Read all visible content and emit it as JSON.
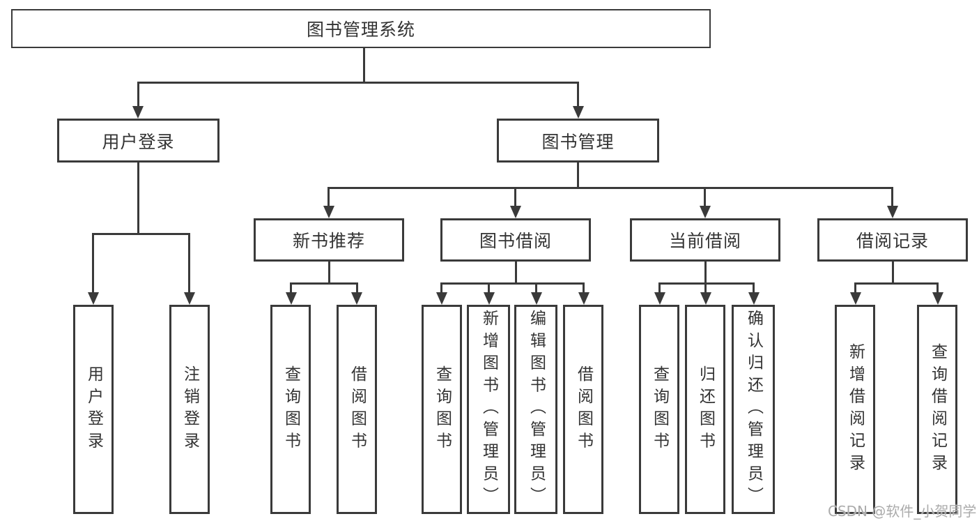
{
  "diagram": {
    "root": "图书管理系统",
    "level2": {
      "user_login": "用户登录",
      "book_management": "图书管理"
    },
    "level3": {
      "new_book": "新书推荐",
      "book_borrow": "图书借阅",
      "current_borrow": "当前借阅",
      "borrow_records": "借阅记录"
    },
    "leaves": {
      "user": [
        "用户登录",
        "注销登录"
      ],
      "new_book": [
        "查询图书",
        "借阅图书"
      ],
      "book_borrow": [
        "查询图书",
        "新增图书（管理员）",
        "编辑图书（管理员）",
        "借阅图书"
      ],
      "current_borrow": [
        "查询图书",
        "归还图书",
        "确认归还（管理员）"
      ],
      "borrow_records": [
        "新增借阅记录",
        "查询借阅记录"
      ]
    },
    "watermark": "CSDN @软件_小贺同学",
    "colors": {
      "line": "#3a3a3a",
      "text": "#333333",
      "watermark": "#ababab"
    }
  }
}
